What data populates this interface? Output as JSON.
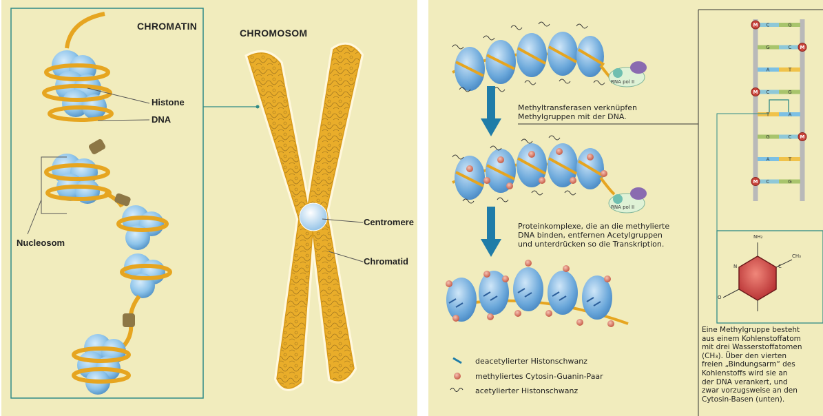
{
  "left": {
    "chromatin_title": "CHROMATIN",
    "chromosom_title": "CHROMOSOM",
    "labels": {
      "histone": "Histone",
      "dna": "DNA",
      "nucleosom": "Nucleosom",
      "centromere": "Centromere",
      "chromatid": "Chromatid"
    }
  },
  "right": {
    "rna_pol": "RNA pol II",
    "step1": [
      "Methyltransferasen verknüpfen",
      "Methylgruppen mit der DNA."
    ],
    "step2": [
      "Proteinkomplexe, die an die methylierte",
      "DNA binden, entfernen Acetylgruppen",
      "und unterdrücken so die Transkription."
    ],
    "legend": [
      {
        "label": "deacetylierter Histonschwanz"
      },
      {
        "label": "methyliertes Cytosin-Guanin-Paar"
      },
      {
        "label": "acetylierter Histonschwanz"
      }
    ],
    "ladder": {
      "rows": [
        {
          "left": "M",
          "mid1": "C",
          "mid2": "G",
          "right": ""
        },
        {
          "left": "",
          "mid1": "G",
          "mid2": "C",
          "right": "M"
        },
        {
          "left": "",
          "mid1": "A",
          "mid2": "T",
          "right": ""
        },
        {
          "left": "M",
          "mid1": "C",
          "mid2": "G",
          "right": ""
        },
        {
          "left": "",
          "mid1": "T",
          "mid2": "A",
          "right": ""
        },
        {
          "left": "",
          "mid1": "G",
          "mid2": "C",
          "right": "M"
        },
        {
          "left": "",
          "mid1": "A",
          "mid2": "T",
          "right": ""
        },
        {
          "left": "M",
          "mid1": "C",
          "mid2": "G",
          "right": ""
        }
      ]
    },
    "molecule": {
      "nh2": "NH₂",
      "ch3": "CH₃",
      "n": "N",
      "c": "C",
      "o": "O"
    },
    "description": [
      "Eine Methylgruppe besteht",
      "aus einem Kohlenstoffatom",
      "mit drei Wasserstoffatomen",
      "(CH₃). Über den vierten",
      "freien „Bindungsarm“ des",
      "Kohlenstoffs wird sie an",
      "der DNA verankert, und",
      "zwar vorzugsweise an den",
      "Cytosin-Basen (unten)."
    ]
  }
}
